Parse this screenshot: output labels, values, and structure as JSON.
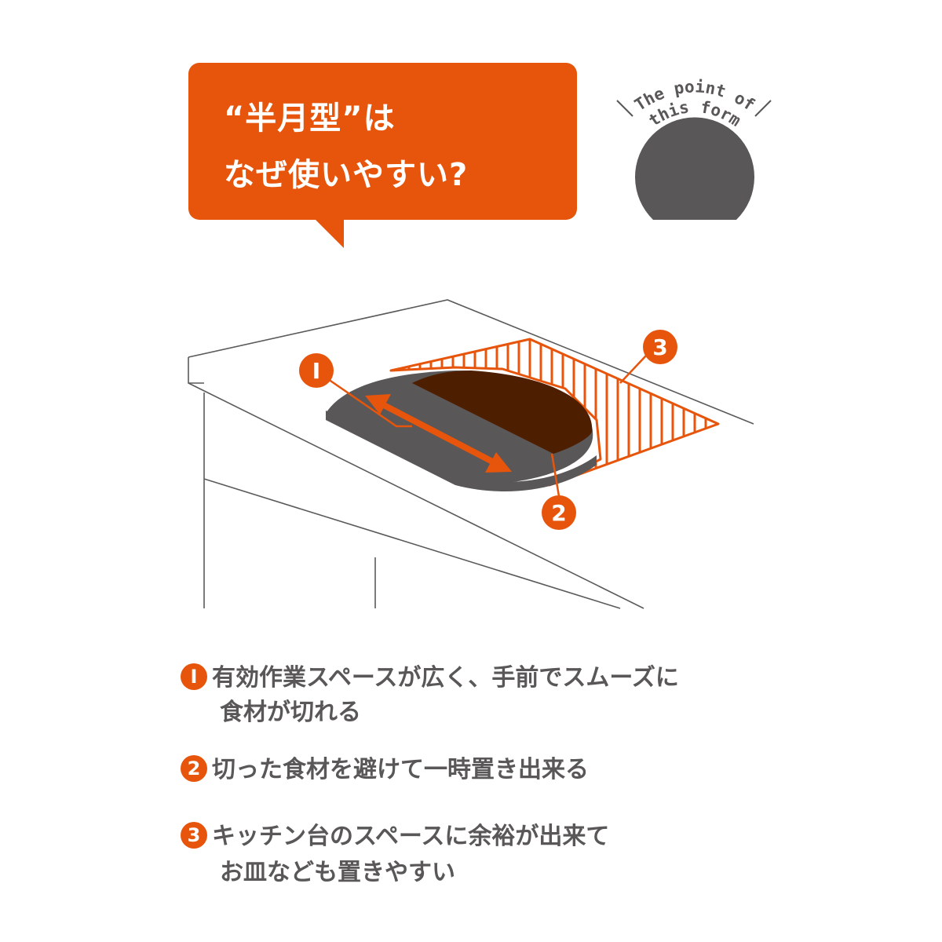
{
  "headline": {
    "line1": "“半月型”は",
    "line2": "なぜ使いやすい?"
  },
  "badge": {
    "line1": "The point of",
    "line2": "this form"
  },
  "markers": [
    "I",
    "2",
    "3"
  ],
  "points": [
    {
      "num": "I",
      "line1": "有効作業スペースが広く、手前でスムーズに",
      "line2": "食材が切れる"
    },
    {
      "num": "2",
      "line1": "切った食材を避けて一時置き出来る",
      "line2": ""
    },
    {
      "num": "3",
      "line1": "キッチン台のスペースに余裕が出来て",
      "line2": "お皿なども置きやすい"
    }
  ],
  "colors": {
    "accent": "#e6550b",
    "board": "#595757",
    "board_dark": "#4e1e00",
    "line": "#5a5a5a",
    "text": "#595757"
  }
}
